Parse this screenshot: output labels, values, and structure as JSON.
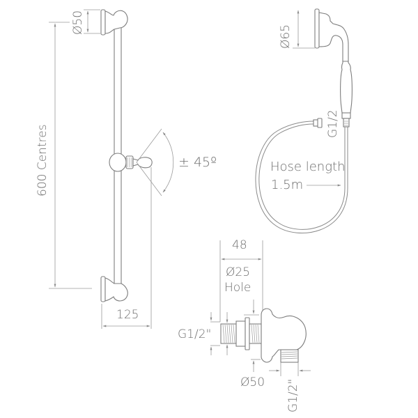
{
  "diagram": {
    "type": "technical-drawing",
    "subject": "Shower riser rail kit with handset, hose and wall outlet elbow",
    "colors": {
      "line": "#8a8a8a",
      "text": "#6e6e6e",
      "background": "#ffffff"
    }
  },
  "riser_rail": {
    "bracket_diameter_label": "Ø50",
    "centres_label": "600 Centres",
    "projection_label": "125",
    "angle_label": "± 45º"
  },
  "handset": {
    "diameter_label": "Ø65",
    "connection_label": "G1/2"
  },
  "hose": {
    "label_line1": "Hose length",
    "label_line2": "1.5m"
  },
  "wall_outlet": {
    "depth_label": "48",
    "hole_label_line1": "Ø25",
    "hole_label_line2": "Hole",
    "inlet_thread_label": "G1/2\"",
    "flange_diameter_label": "Ø50",
    "outlet_thread_label": "G1/2\""
  }
}
